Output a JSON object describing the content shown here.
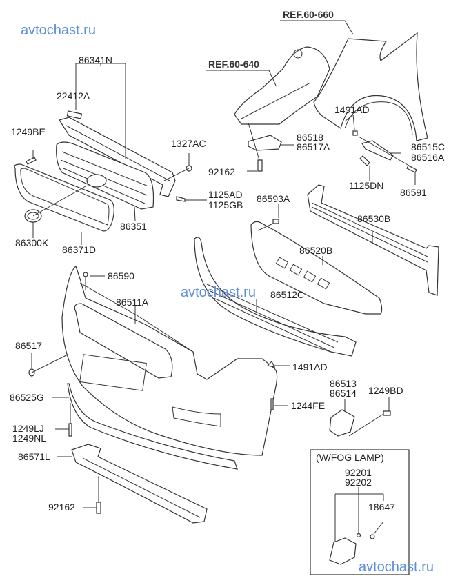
{
  "watermarks": [
    "avtochast.ru",
    "avtochast.ru",
    "avtochast.ru"
  ],
  "references": [
    "REF.60-660",
    "REF.60-640"
  ],
  "parts": {
    "p86341N": "86341N",
    "p22412A": "22412A",
    "p1249BE": "1249BE",
    "p1327AC": "1327AC",
    "p92162a": "92162",
    "p1125AD": "1125AD",
    "p1125GB": "1125GB",
    "p86351": "86351",
    "p86300K": "86300K",
    "p86371D": "86371D",
    "p86518": "86518",
    "p86517A": "86517A",
    "p1491ADa": "1491AD",
    "p86515C": "86515C",
    "p86516A": "86516A",
    "p1125DN": "1125DN",
    "p86591": "86591",
    "p86593A": "86593A",
    "p86530B": "86530B",
    "p86520B": "86520B",
    "p86512C": "86512C",
    "p86590": "86590",
    "p86511A": "86511A",
    "p86517": "86517",
    "p86525G": "86525G",
    "p1491ADb": "1491AD",
    "p1244FE": "1244FE",
    "p86513": "86513",
    "p86514": "86514",
    "p1249BD": "1249BD",
    "p1249LJ": "1249LJ",
    "p1249NL": "1249NL",
    "p86571L": "86571L",
    "p92162b": "92162"
  },
  "fog_lamp_box": {
    "title": "(W/FOG LAMP)",
    "p92201": "92201",
    "p92202": "92202",
    "p18647": "18647"
  }
}
